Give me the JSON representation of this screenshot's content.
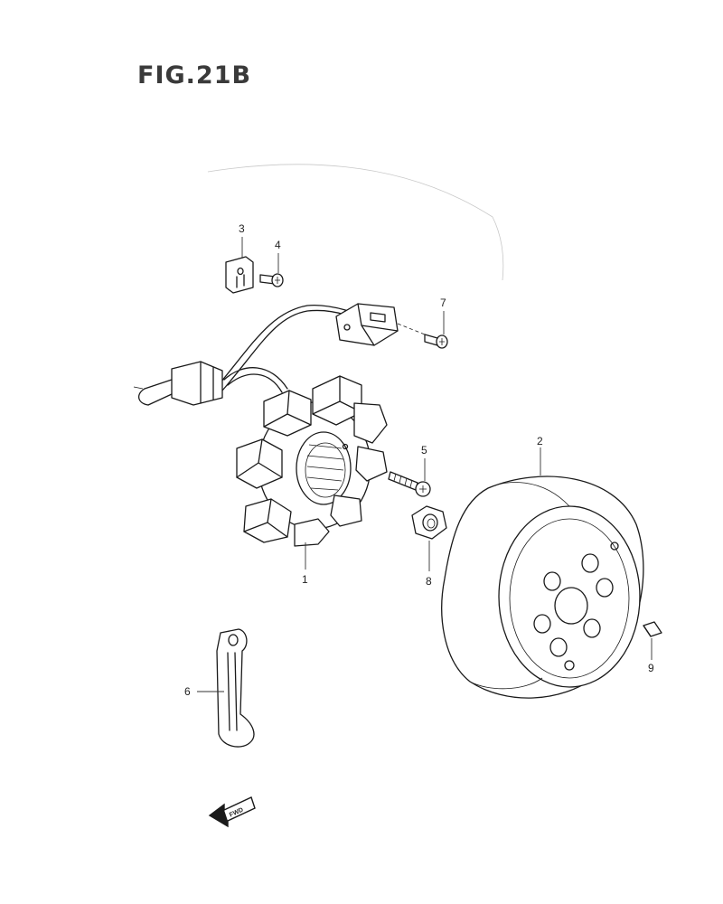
{
  "figure": {
    "title": "FIG.21B"
  },
  "callouts": [
    {
      "id": "1",
      "label": "1",
      "part": "stator"
    },
    {
      "id": "2",
      "label": "2",
      "part": "flywheel-rotor"
    },
    {
      "id": "3",
      "label": "3",
      "part": "wire-clamp-bracket"
    },
    {
      "id": "4",
      "label": "4",
      "part": "screw"
    },
    {
      "id": "5",
      "label": "5",
      "part": "screw"
    },
    {
      "id": "6",
      "label": "6",
      "part": "wire-guide-plate"
    },
    {
      "id": "7",
      "label": "7",
      "part": "screw"
    },
    {
      "id": "8",
      "label": "8",
      "part": "nut"
    },
    {
      "id": "9",
      "label": "9",
      "part": "key"
    }
  ],
  "direction_indicator": {
    "text": "FWD"
  }
}
